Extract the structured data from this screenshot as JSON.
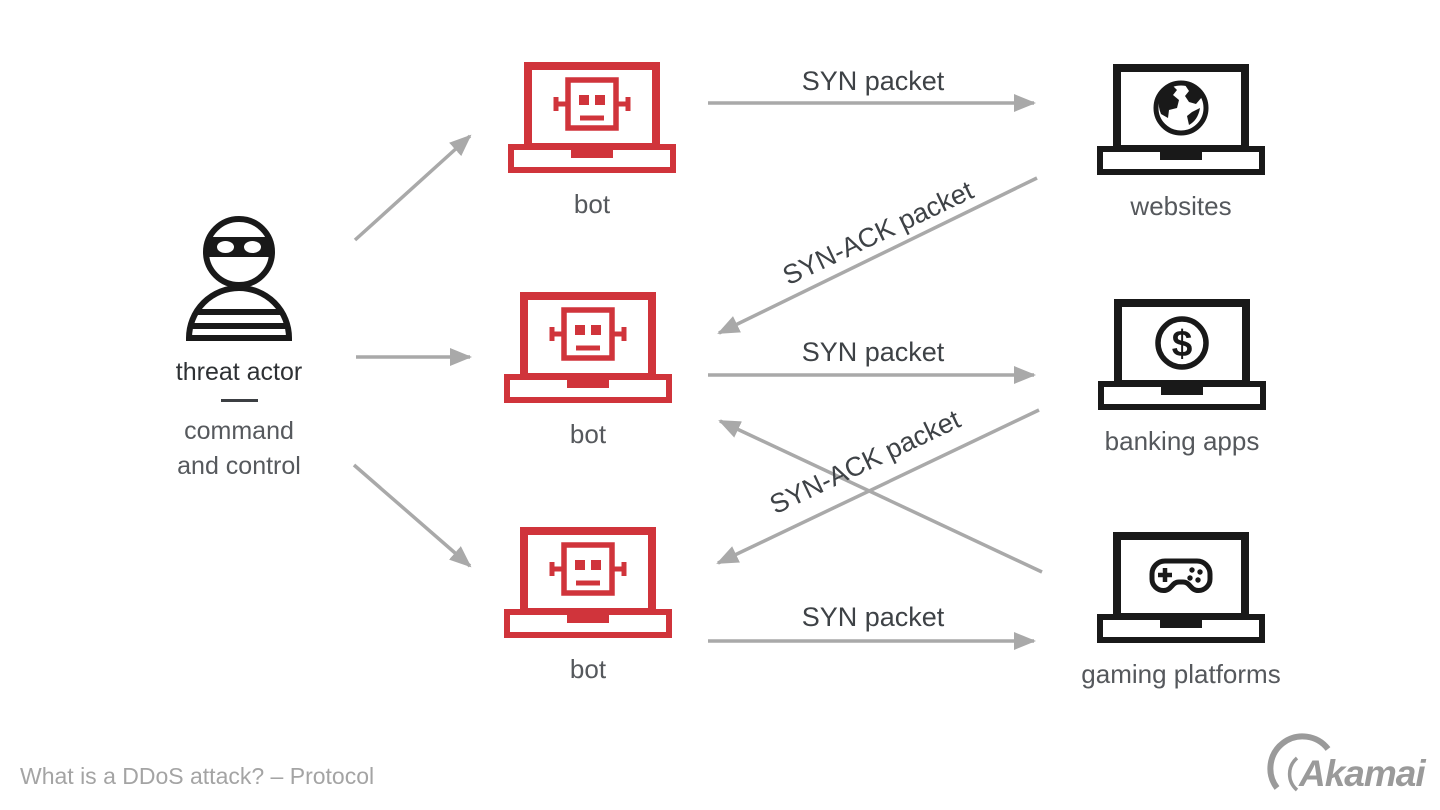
{
  "threat_actor": {
    "label": "threat actor",
    "role_line1": "command",
    "role_line2": "and control"
  },
  "bots": [
    {
      "label": "bot"
    },
    {
      "label": "bot"
    },
    {
      "label": "bot"
    }
  ],
  "targets": [
    {
      "label": "websites",
      "icon": "globe-icon"
    },
    {
      "label": "banking apps",
      "icon": "dollar-icon",
      "icon_glyph": "$"
    },
    {
      "label": "gaming platforms",
      "icon": "gamepad-icon"
    }
  ],
  "packets": {
    "syn": [
      "SYN packet",
      "SYN packet",
      "SYN packet"
    ],
    "syn_ack": [
      "SYN-ACK packet",
      "SYN-ACK packet"
    ]
  },
  "footer": {
    "caption": "What is a DDoS attack? – Protocol",
    "logo": "Akamai"
  },
  "colors": {
    "bot_red": "#d0343b",
    "target_black": "#191919",
    "arrow_gray": "#a9a9a9",
    "packet_label_gray": "#3e4246",
    "device_label_gray": "#55585c",
    "caption_gray": "#a4a4a4",
    "logo_gray": "#9a9a9a"
  }
}
